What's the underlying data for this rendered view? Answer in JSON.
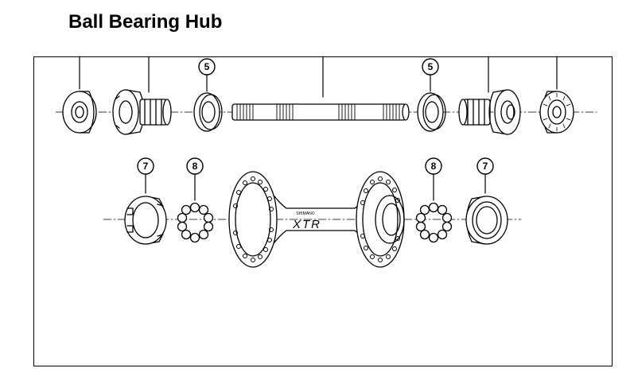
{
  "title": "Ball Bearing Hub",
  "callouts": {
    "upper_left_5": "5",
    "upper_right_5": "5",
    "lower_left_7": "7",
    "lower_left_8": "8",
    "lower_right_8": "8",
    "lower_right_7": "7"
  },
  "hub_shell": {
    "brand_small": "SHIMANO",
    "brand_large": "XTR"
  }
}
